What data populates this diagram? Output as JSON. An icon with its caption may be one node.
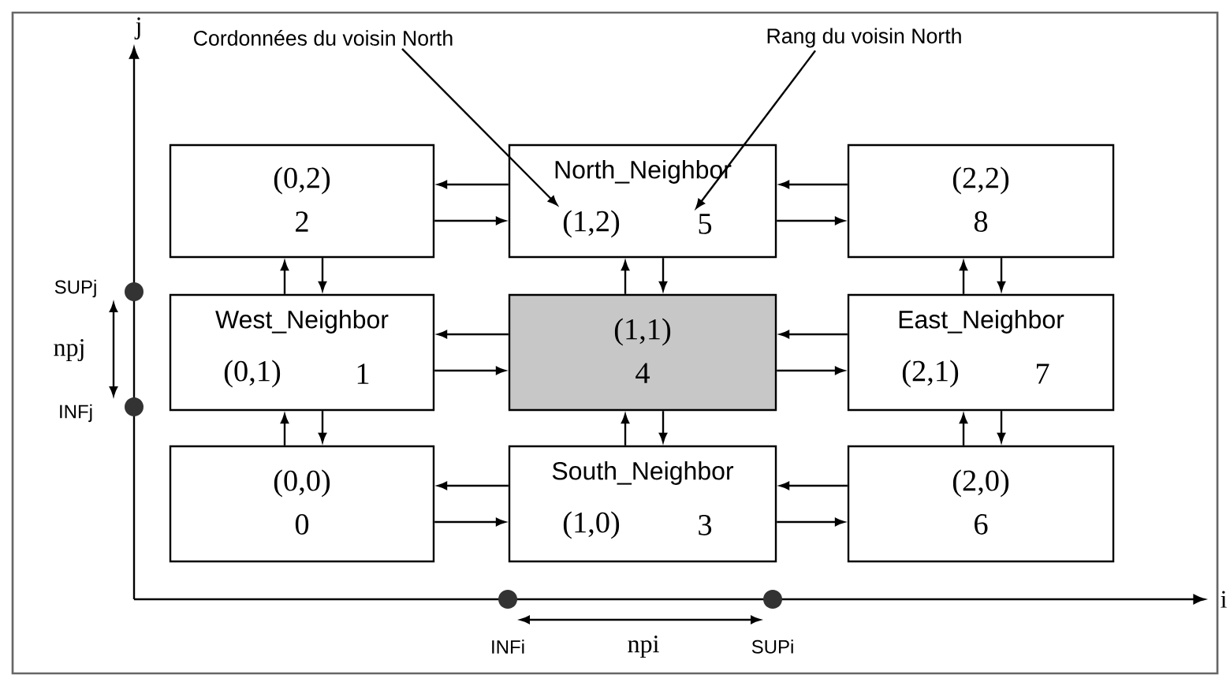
{
  "diagram": {
    "nodes": [
      {
        "text": [
          "(0,2)",
          "2"
        ]
      },
      {
        "text": [
          "North_Neighbor"
        ]
      },
      {
        "text": [
          "(2,2)",
          "8"
        ]
      },
      {
        "text": [
          "West_Neighbor",
          "(0,1)",
          "1"
        ]
      },
      {
        "text": [
          "(1,1)",
          "4"
        ]
      },
      {
        "text": [
          "East_Neighbor",
          "(2,1)",
          "7"
        ]
      },
      {
        "text": [
          "(0,0)",
          "0"
        ]
      },
      {
        "text": [
          "South_Neighbor",
          "(1,0)",
          "3"
        ]
      },
      {
        "text": [
          "(2,0)",
          "6"
        ]
      },
      {
        "text": [
          "Cordonnées du voisin North"
        ]
      },
      {
        "text": [
          "Rang du voisin North"
        ]
      },
      {
        "text": [
          "(1,2)"
        ],
        "in": 1
      },
      {
        "text": [
          "5"
        ],
        "in": 1
      }
    ],
    "edges": [
      {
        "from": 1,
        "to": 0,
        "arrow": "to"
      },
      {
        "from": 0,
        "to": 1,
        "arrow": "to"
      },
      {
        "from": 2,
        "to": 1,
        "arrow": "to"
      },
      {
        "from": 1,
        "to": 2,
        "arrow": "to"
      },
      {
        "from": 3,
        "to": 0,
        "arrow": "to"
      },
      {
        "from": 0,
        "to": 3,
        "arrow": "to"
      },
      {
        "from": 4,
        "to": 1,
        "arrow": "to"
      },
      {
        "from": 1,
        "to": 4,
        "arrow": "to"
      },
      {
        "from": 5,
        "to": 2,
        "arrow": "to"
      },
      {
        "from": 2,
        "to": 5,
        "arrow": "to"
      },
      {
        "from": 4,
        "to": 3,
        "arrow": "to"
      },
      {
        "from": 3,
        "to": 4,
        "arrow": "to"
      },
      {
        "from": 5,
        "to": 4,
        "arrow": "to"
      },
      {
        "from": 4,
        "to": 5,
        "arrow": "to"
      },
      {
        "from": 6,
        "to": 3,
        "arrow": "to"
      },
      {
        "from": 3,
        "to": 6,
        "arrow": "to"
      },
      {
        "from": 7,
        "to": 4,
        "arrow": "to"
      },
      {
        "from": 4,
        "to": 7,
        "arrow": "to"
      },
      {
        "from": 8,
        "to": 5,
        "arrow": "to"
      },
      {
        "from": 5,
        "to": 8,
        "arrow": "to"
      },
      {
        "from": 7,
        "to": 6,
        "arrow": "to"
      },
      {
        "from": 6,
        "to": 7,
        "arrow": "to"
      },
      {
        "from": 8,
        "to": 7,
        "arrow": "to"
      },
      {
        "from": 7,
        "to": 8,
        "arrow": "to"
      },
      {
        "from": 9,
        "to": 11,
        "arrow": "to"
      },
      {
        "from": 10,
        "to": 12,
        "arrow": "to"
      }
    ],
    "labels": [
      "j",
      "SUPj",
      "npj",
      "INFj",
      "INFi",
      "npi",
      "SUPi",
      "i"
    ]
  }
}
